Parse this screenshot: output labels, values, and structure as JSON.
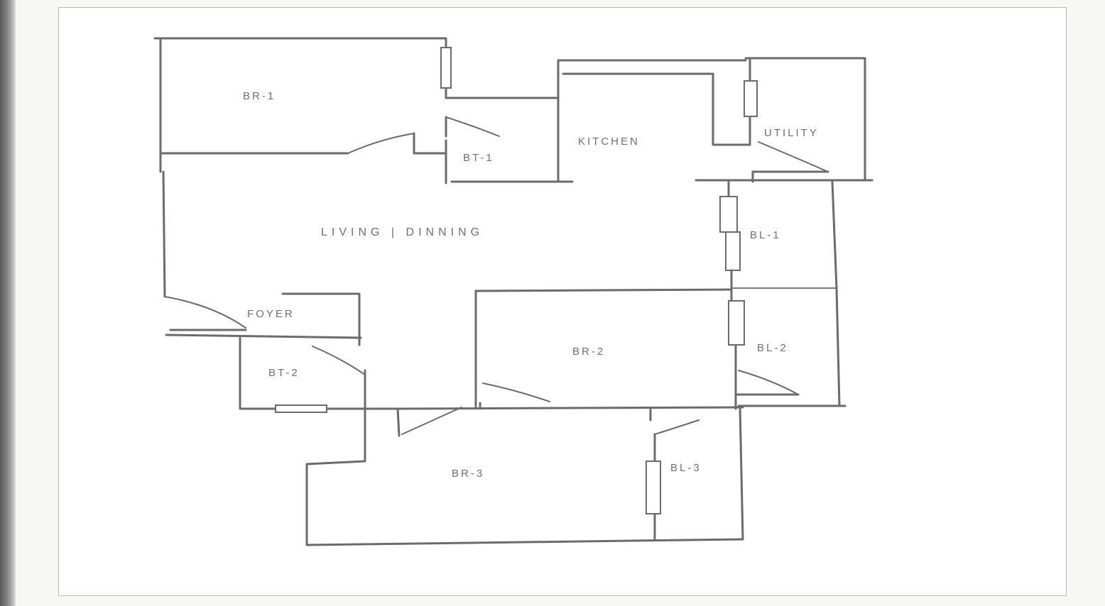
{
  "rooms": {
    "bedroom_1": "BR-1",
    "bath_1": "BT-1",
    "kitchen": "KITCHEN",
    "utility": "UTILITY",
    "living_dining": "LIVING | DINNING",
    "balcony_1": "BL-1",
    "foyer": "FOYER",
    "bath_2": "BT-2",
    "bedroom_2": "BR-2",
    "balcony_2": "BL-2",
    "bedroom_3": "BR-3",
    "balcony_3": "BL-3"
  }
}
